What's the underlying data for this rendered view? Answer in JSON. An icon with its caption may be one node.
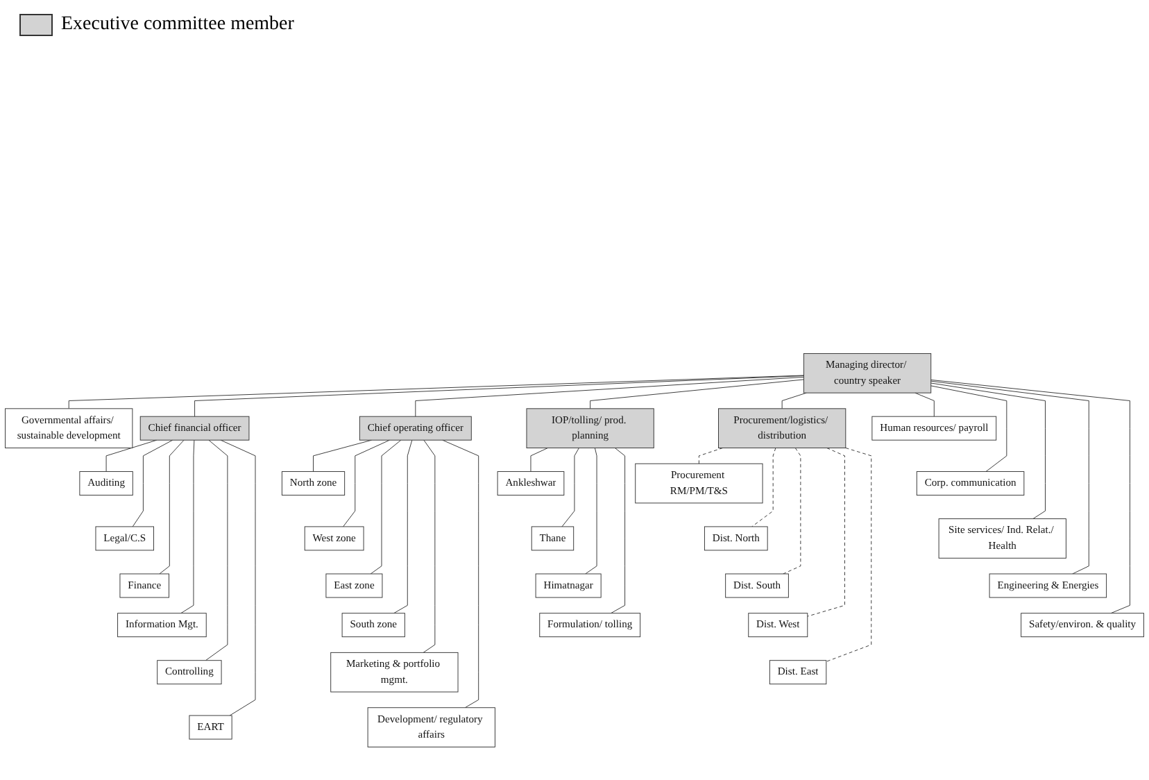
{
  "diagram": {
    "nodes": [
      {
        "text": [
          "Managing director/ country speaker"
        ]
      },
      {
        "text": [
          "Governmental affairs/ sustainable development"
        ]
      },
      {
        "text": [
          "Chief financial officer"
        ]
      },
      {
        "text": [
          "Chief operating officer"
        ]
      },
      {
        "text": [
          "IOP/tolling/ prod. planning"
        ]
      },
      {
        "text": [
          "Procurement/logistics/ distribution"
        ]
      },
      {
        "text": [
          "Auditing"
        ]
      },
      {
        "text": [
          "Legal/C.S"
        ]
      },
      {
        "text": [
          "Finance"
        ]
      },
      {
        "text": [
          "Information Mgt."
        ]
      },
      {
        "text": [
          "Controlling"
        ]
      },
      {
        "text": [
          "EART"
        ]
      },
      {
        "text": [
          "North zone"
        ]
      },
      {
        "text": [
          "West zone"
        ]
      },
      {
        "text": [
          "East zone"
        ]
      },
      {
        "text": [
          "South zone"
        ]
      },
      {
        "text": [
          "Marketing & portfolio mgmt."
        ]
      },
      {
        "text": [
          "Development/ regulatory affairs"
        ]
      },
      {
        "text": [
          "Ankleshwar"
        ]
      },
      {
        "text": [
          "Thane"
        ]
      },
      {
        "text": [
          "Himatnagar"
        ]
      },
      {
        "text": [
          "Formulation/ tolling"
        ]
      },
      {
        "text": [
          "Procurement RM/PM/T&S"
        ]
      },
      {
        "text": [
          "Dist. North"
        ]
      },
      {
        "text": [
          "Dist. South"
        ]
      },
      {
        "text": [
          "Dist. West"
        ]
      },
      {
        "text": [
          "Dist. East"
        ]
      },
      {
        "text": [
          "Human resources/ payroll"
        ]
      },
      {
        "text": [
          "Corp. communication"
        ]
      },
      {
        "text": [
          "Site services/ Ind. Relat./ Health"
        ]
      },
      {
        "text": [
          "Engineering & Energies"
        ]
      },
      {
        "text": [
          "Safety/environ. & quality"
        ]
      }
    ],
    "edges": [
      {
        "from": 0,
        "to": 1,
        "arrow": "none"
      },
      {
        "from": 0,
        "to": 2,
        "arrow": "none"
      },
      {
        "from": 0,
        "to": 3,
        "arrow": "none"
      },
      {
        "from": 0,
        "to": 4,
        "arrow": "none"
      },
      {
        "from": 0,
        "to": 5,
        "arrow": "none"
      },
      {
        "from": 0,
        "to": 27,
        "arrow": "none"
      },
      {
        "from": 0,
        "to": 28,
        "arrow": "none"
      },
      {
        "from": 0,
        "to": 29,
        "arrow": "none"
      },
      {
        "from": 0,
        "to": 30,
        "arrow": "none"
      },
      {
        "from": 0,
        "to": 31,
        "arrow": "none"
      },
      {
        "from": 2,
        "to": 6,
        "arrow": "none"
      },
      {
        "from": 2,
        "to": 7,
        "arrow": "none"
      },
      {
        "from": 2,
        "to": 8,
        "arrow": "none"
      },
      {
        "from": 2,
        "to": 9,
        "arrow": "none"
      },
      {
        "from": 2,
        "to": 10,
        "arrow": "none"
      },
      {
        "from": 2,
        "to": 11,
        "arrow": "none"
      },
      {
        "from": 3,
        "to": 12,
        "arrow": "none"
      },
      {
        "from": 3,
        "to": 13,
        "arrow": "none"
      },
      {
        "from": 3,
        "to": 14,
        "arrow": "none"
      },
      {
        "from": 3,
        "to": 15,
        "arrow": "none"
      },
      {
        "from": 3,
        "to": 16,
        "arrow": "none"
      },
      {
        "from": 3,
        "to": 17,
        "arrow": "none"
      },
      {
        "from": 4,
        "to": 18,
        "arrow": "none"
      },
      {
        "from": 4,
        "to": 19,
        "arrow": "none"
      },
      {
        "from": 4,
        "to": 20,
        "arrow": "none"
      },
      {
        "from": 4,
        "to": 21,
        "arrow": "none"
      },
      {
        "from": 5,
        "to": 22,
        "arrow": "none",
        "style": "dashed"
      },
      {
        "from": 5,
        "to": 23,
        "arrow": "none",
        "style": "dashed"
      },
      {
        "from": 5,
        "to": 24,
        "arrow": "none",
        "style": "dashed"
      },
      {
        "from": 5,
        "to": 25,
        "arrow": "none",
        "style": "dashed"
      },
      {
        "from": 5,
        "to": 26,
        "arrow": "none",
        "style": "dashed"
      }
    ],
    "legend": [
      {
        "text": "Executive committee member",
        "color": "#d3d3d3"
      }
    ]
  }
}
